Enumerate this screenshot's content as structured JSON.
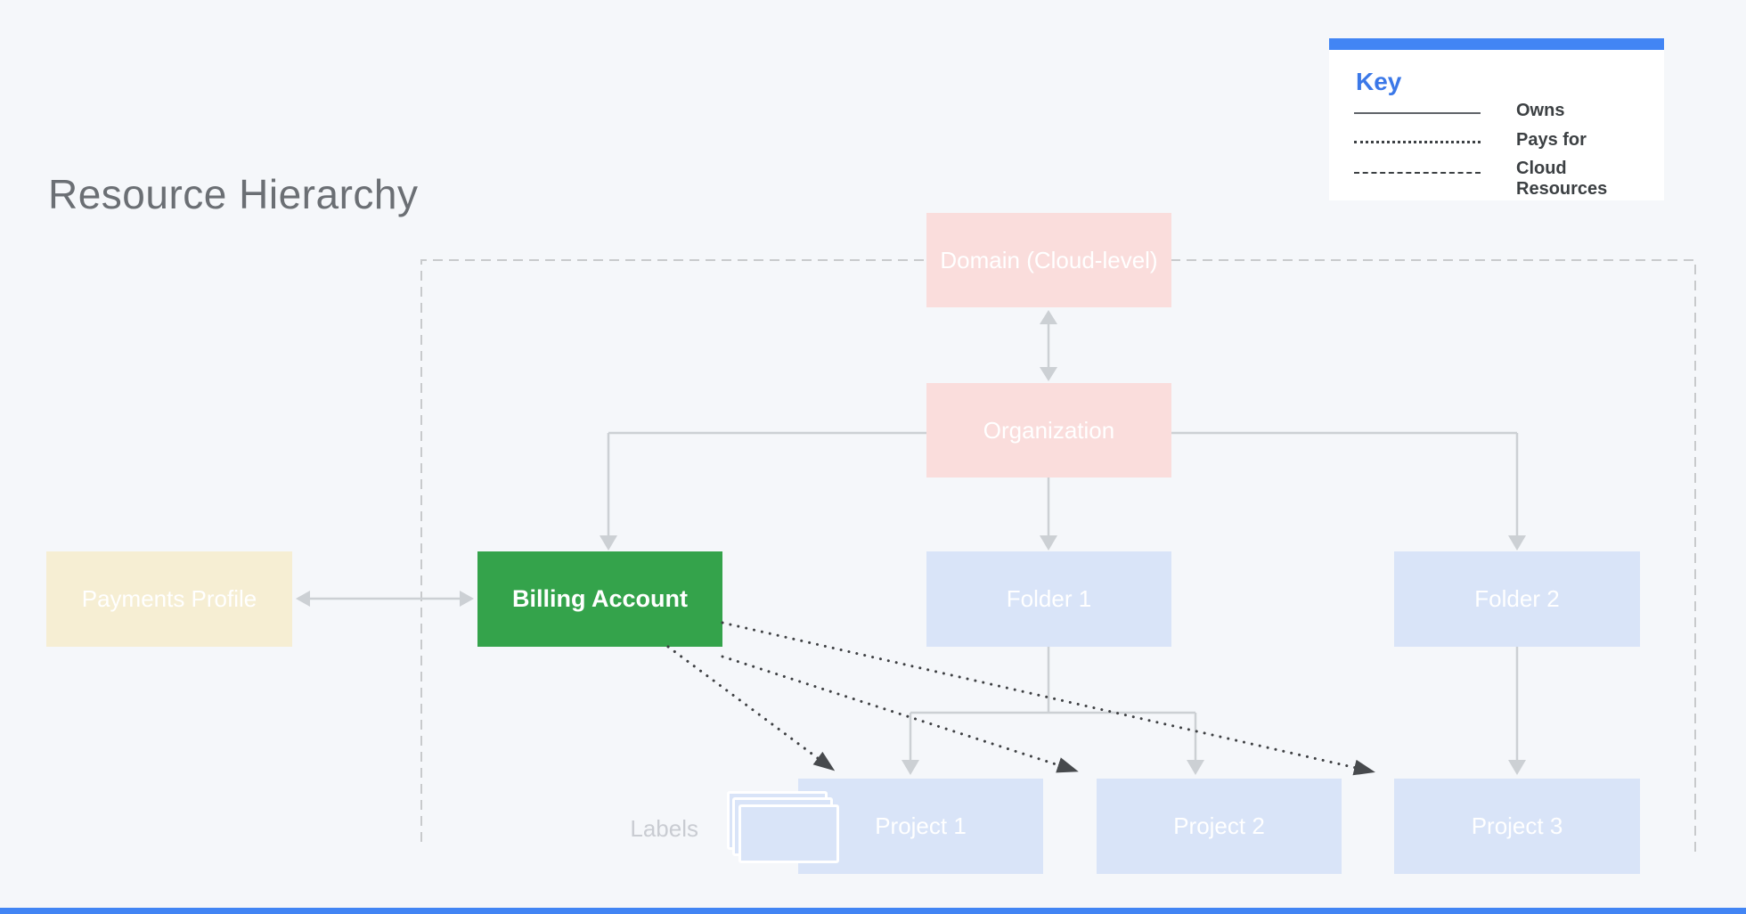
{
  "page": {
    "title": "Resource Hierarchy"
  },
  "key": {
    "title": "Key",
    "entries": [
      {
        "style": "solid",
        "label": "Owns"
      },
      {
        "style": "dotted",
        "label": "Pays for"
      },
      {
        "style": "dashed",
        "label": "Cloud Resources"
      }
    ]
  },
  "nodes": {
    "domain": {
      "label": "Domain (Cloud-level)"
    },
    "organization": {
      "label": "Organization"
    },
    "payments_profile": {
      "label": "Payments Profile"
    },
    "billing_account": {
      "label": "Billing Account"
    },
    "folder1": {
      "label": "Folder 1"
    },
    "folder2": {
      "label": "Folder 2"
    },
    "project1": {
      "label": "Project 1"
    },
    "project2": {
      "label": "Project 2"
    },
    "project3": {
      "label": "Project 3"
    }
  },
  "annotations": {
    "labels": "Labels"
  },
  "colors": {
    "background": "#f5f7fa",
    "accent_blue": "#4285f4",
    "key_title_blue": "#3b78e8",
    "domain_org_pink": "#fadddc",
    "folder_project_blue": "#d9e4f8",
    "payments_cream": "#f6eed3",
    "billing_green": "#34a34b",
    "connector_gray": "#ccd0d4",
    "dotted_dark": "#3e4043",
    "dashed_boundary_gray": "#c8cacc",
    "title_gray": "#6b6f74",
    "labels_gray": "#c9ccd2",
    "key_text_dark": "#3c4043"
  }
}
